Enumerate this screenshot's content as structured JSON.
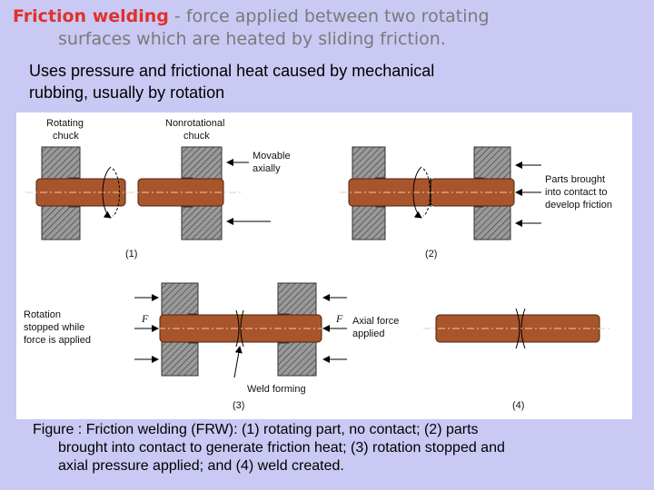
{
  "header": {
    "term": "Friction welding",
    "line1_rest": " - force applied between two rotating",
    "line2": "surfaces which are heated by sliding friction."
  },
  "subtitle": {
    "line1": "Uses pressure and frictional heat caused by mechanical",
    "line2": "rubbing, usually by rotation"
  },
  "figure": {
    "labels": {
      "rotating_chuck_1": "Rotating",
      "rotating_chuck_2": "chuck",
      "nonrotational_chuck_1": "Nonrotational",
      "nonrotational_chuck_2": "chuck",
      "movable_1": "Movable",
      "movable_2": "axially",
      "parts_brought_1": "Parts brought",
      "parts_brought_2": "into contact to",
      "parts_brought_3": "develop friction",
      "rotation_stopped_1": "Rotation",
      "rotation_stopped_2": "stopped while",
      "rotation_stopped_3": "force is applied",
      "axial_force_1": "Axial force",
      "axial_force_2": "applied",
      "weld_forming": "Weld forming",
      "force_symbol": "F",
      "step1": "(1)",
      "step2": "(2)",
      "step3": "(3)",
      "step4": "(4)"
    },
    "colors": {
      "rod": "#a9552b",
      "rod_edge": "#4a2412",
      "chuck": "#808080"
    }
  },
  "caption": {
    "line1": "Figure : Friction welding (FRW): (1) rotating part, no contact; (2) parts",
    "line2": "brought into contact to generate friction heat; (3) rotation stopped and",
    "line3": "axial pressure applied; and (4) weld created."
  }
}
